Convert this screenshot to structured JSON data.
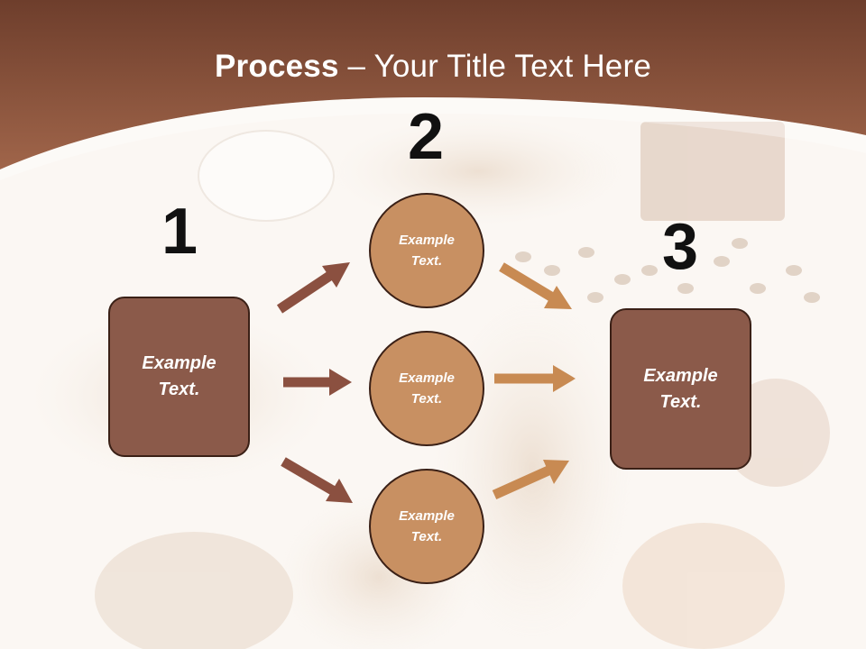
{
  "title": {
    "bold": "Process",
    "rest": " – Your Title Text Here"
  },
  "steps": [
    {
      "number": "1",
      "text": "Example\nText."
    },
    {
      "number": "2",
      "text": "Example\nText."
    },
    {
      "number": "3",
      "text": "Example\nText."
    }
  ],
  "circles": [
    {
      "text": "Example\nText."
    },
    {
      "text": "Example\nText."
    },
    {
      "text": "Example\nText."
    }
  ],
  "colors": {
    "header": "#8a5440",
    "box_fill": "#8b5a4a",
    "circle_fill": "#c89062",
    "arrow_dark": "#8b5040",
    "arrow_light": "#c88a52",
    "outline": "#3a2016"
  }
}
